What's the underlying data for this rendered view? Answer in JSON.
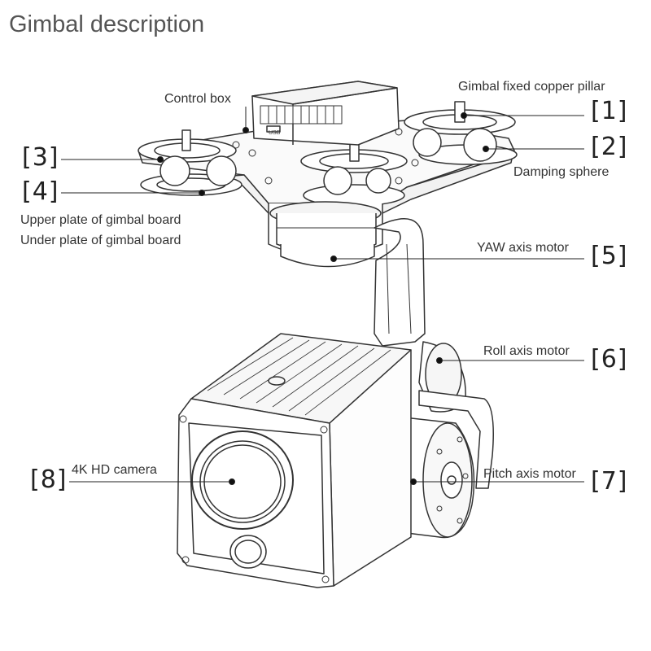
{
  "title": "Gimbal description",
  "labels": {
    "control_box": "Control box",
    "copper_pillar": "Gimbal fixed copper pillar",
    "damping_sphere": "Damping sphere",
    "upper_plate": "Upper plate of gimbal board",
    "under_plate": "Under plate of gimbal board",
    "yaw_motor": "YAW axis motor",
    "roll_motor": "Roll axis motor",
    "pitch_motor": "Pitch axis motor",
    "camera": "4K HD camera",
    "usb": "USB"
  },
  "numbers": {
    "n1": "[1]",
    "n2": "[2]",
    "n3": "[3]",
    "n4": "[4]",
    "n5": "[5]",
    "n6": "[6]",
    "n7": "[7]",
    "n8": "[8]"
  }
}
